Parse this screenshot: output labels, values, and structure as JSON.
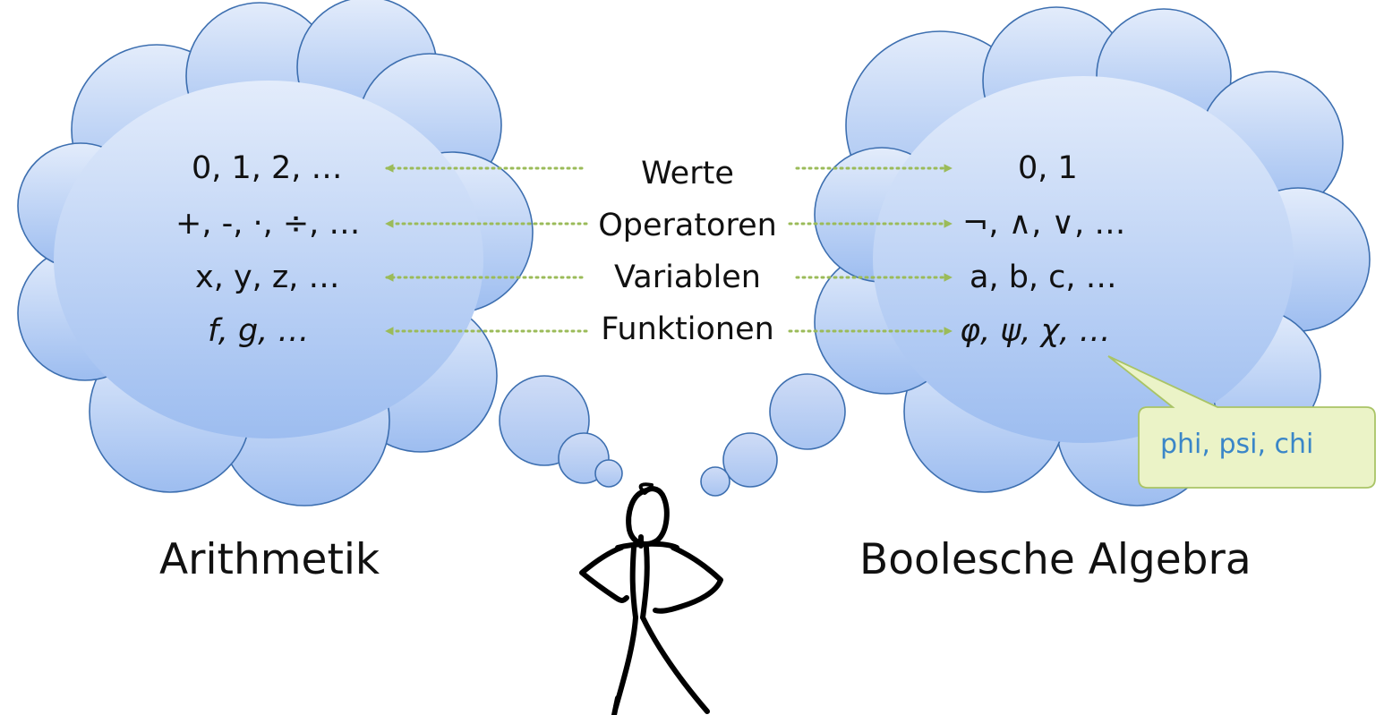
{
  "left": {
    "title": "Arithmetik",
    "items": [
      "0, 1, 2, …",
      "+, -, ·, ÷, …",
      "x, y, z, …",
      "f, g, …"
    ]
  },
  "right": {
    "title": "Boolesche Algebra",
    "items": [
      "0, 1",
      "¬, ∧, ∨, …",
      "a, b, c, …",
      "φ, ψ, χ, …"
    ]
  },
  "middle": {
    "labels": [
      "Werte",
      "Operatoren",
      "Variablen",
      "Funktionen"
    ]
  },
  "callout": {
    "text": "phi, psi, chi"
  },
  "colors": {
    "cloud_top": "#e3ecfb",
    "cloud_bottom": "#9dbdf0",
    "cloud_border": "#3d6fb0",
    "arrow": "#9bbb59",
    "callout_fill": "#ebf3c7",
    "callout_border": "#a9c466",
    "callout_text": "#3a86c8"
  },
  "figure": {
    "icon": "stick-figure-thinking-icon"
  }
}
